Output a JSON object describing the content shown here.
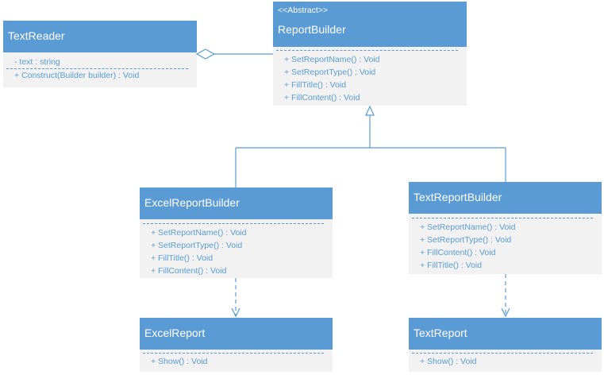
{
  "colors": {
    "header": "#5b9bd5",
    "body": "#f2f2f2",
    "text": "#5b9bd5"
  },
  "classes": {
    "text_reader": {
      "name": "TextReader",
      "attributes": [
        "- text : string"
      ],
      "methods": [
        "+ Construct(Builder builder) : Void"
      ]
    },
    "report_builder": {
      "stereotype": "<<Abstract>>",
      "name": "ReportBuilder",
      "methods": [
        "+ SetReportName() : Void",
        "+ SetReportType() : Void",
        "+ FillTitle() : Void",
        "+ FillContent() : Void"
      ]
    },
    "excel_report_builder": {
      "name": "ExcelReportBuilder",
      "methods": [
        "+ SetReportName() : Void",
        "+ SetReportType() : Void",
        "+ FillTitle() : Void",
        "+ FillContent() : Void"
      ]
    },
    "text_report_builder": {
      "name": "TextReportBuilder",
      "methods": [
        "+ SetReportName() : Void",
        "+ SetReportType() : Void",
        "+ FillContent() : Void",
        "+ FillTitle() : Void"
      ]
    },
    "excel_report": {
      "name": "ExcelReport",
      "methods": [
        "+ Show() : Void"
      ]
    },
    "text_report": {
      "name": "TextReport",
      "methods": [
        "+ Show() : Void"
      ]
    }
  }
}
